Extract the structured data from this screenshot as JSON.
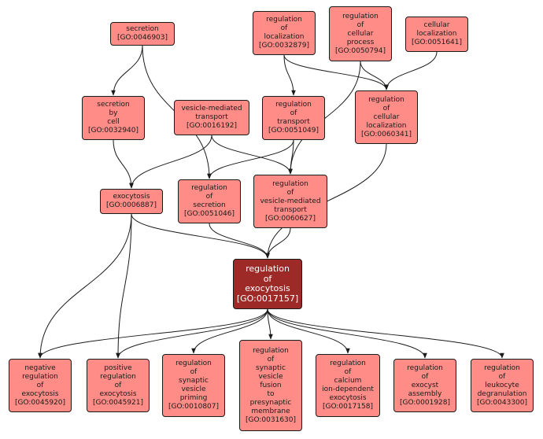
{
  "nodes": {
    "secretion": {
      "lines": [
        "secretion",
        "[GO:0046903]"
      ]
    },
    "regulation_of_localization": {
      "lines": [
        "regulation",
        "of",
        "localization",
        "[GO:0032879]"
      ]
    },
    "regulation_of_cellular_process": {
      "lines": [
        "regulation",
        "of",
        "cellular",
        "process",
        "[GO:0050794]"
      ]
    },
    "cellular_localization": {
      "lines": [
        "cellular",
        "localization",
        "[GO:0051641]"
      ]
    },
    "secretion_by_cell": {
      "lines": [
        "secretion",
        "by",
        "cell",
        "[GO:0032940]"
      ]
    },
    "vesicle_mediated_transport": {
      "lines": [
        "vesicle-mediated",
        "transport",
        "[GO:0016192]"
      ]
    },
    "regulation_of_transport": {
      "lines": [
        "regulation",
        "of",
        "transport",
        "[GO:0051049]"
      ]
    },
    "regulation_of_cellular_localization": {
      "lines": [
        "regulation",
        "of",
        "cellular",
        "localization",
        "[GO:0060341]"
      ]
    },
    "exocytosis": {
      "lines": [
        "exocytosis",
        "[GO:0006887]"
      ]
    },
    "regulation_of_secretion": {
      "lines": [
        "regulation",
        "of",
        "secretion",
        "[GO:0051046]"
      ]
    },
    "regulation_of_vesicle_mediated_transport": {
      "lines": [
        "regulation",
        "of",
        "vesicle-mediated",
        "transport",
        "[GO:0060627]"
      ]
    },
    "regulation_of_exocytosis": {
      "lines": [
        "regulation",
        "of",
        "exocytosis",
        "[GO:0017157]"
      ]
    },
    "negative_regulation_of_exocytosis": {
      "lines": [
        "negative",
        "regulation",
        "of",
        "exocytosis",
        "[GO:0045920]"
      ]
    },
    "positive_regulation_of_exocytosis": {
      "lines": [
        "positive",
        "regulation",
        "of",
        "exocytosis",
        "[GO:0045921]"
      ]
    },
    "regulation_of_synaptic_vesicle_priming": {
      "lines": [
        "regulation",
        "of",
        "synaptic",
        "vesicle",
        "priming",
        "[GO:0010807]"
      ]
    },
    "regulation_of_synaptic_vesicle_fusion": {
      "lines": [
        "regulation",
        "of",
        "synaptic",
        "vesicle",
        "fusion",
        "to",
        "presynaptic",
        "membrane",
        "[GO:0031630]"
      ]
    },
    "regulation_of_calcium_ion_dependent_exocytosis": {
      "lines": [
        "regulation",
        "of",
        "calcium",
        "ion-dependent",
        "exocytosis",
        "[GO:0017158]"
      ]
    },
    "regulation_of_exocyst_assembly": {
      "lines": [
        "regulation",
        "of",
        "exocyst",
        "assembly",
        "[GO:0001928]"
      ]
    },
    "regulation_of_leukocyte_degranulation": {
      "lines": [
        "regulation",
        "of",
        "leukocyte",
        "degranulation",
        "[GO:0043300]"
      ]
    }
  },
  "edges": [
    [
      "secretion",
      "secretion_by_cell"
    ],
    [
      "secretion",
      "regulation_of_secretion"
    ],
    [
      "regulation_of_localization",
      "regulation_of_transport"
    ],
    [
      "regulation_of_localization",
      "regulation_of_cellular_localization"
    ],
    [
      "regulation_of_cellular_process",
      "regulation_of_cellular_localization"
    ],
    [
      "regulation_of_cellular_process",
      "regulation_of_vesicle_mediated_transport"
    ],
    [
      "cellular_localization",
      "regulation_of_cellular_localization"
    ],
    [
      "secretion_by_cell",
      "exocytosis"
    ],
    [
      "vesicle_mediated_transport",
      "exocytosis"
    ],
    [
      "vesicle_mediated_transport",
      "regulation_of_vesicle_mediated_transport"
    ],
    [
      "regulation_of_transport",
      "regulation_of_secretion"
    ],
    [
      "regulation_of_transport",
      "regulation_of_vesicle_mediated_transport"
    ],
    [
      "regulation_of_cellular_localization",
      "regulation_of_exocytosis"
    ],
    [
      "exocytosis",
      "regulation_of_exocytosis"
    ],
    [
      "exocytosis",
      "negative_regulation_of_exocytosis"
    ],
    [
      "exocytosis",
      "positive_regulation_of_exocytosis"
    ],
    [
      "regulation_of_secretion",
      "regulation_of_exocytosis"
    ],
    [
      "regulation_of_vesicle_mediated_transport",
      "regulation_of_exocytosis"
    ],
    [
      "regulation_of_exocytosis",
      "negative_regulation_of_exocytosis"
    ],
    [
      "regulation_of_exocytosis",
      "positive_regulation_of_exocytosis"
    ],
    [
      "regulation_of_exocytosis",
      "regulation_of_synaptic_vesicle_priming"
    ],
    [
      "regulation_of_exocytosis",
      "regulation_of_synaptic_vesicle_fusion"
    ],
    [
      "regulation_of_exocytosis",
      "regulation_of_calcium_ion_dependent_exocytosis"
    ],
    [
      "regulation_of_exocytosis",
      "regulation_of_exocyst_assembly"
    ],
    [
      "regulation_of_exocytosis",
      "regulation_of_leukocyte_degranulation"
    ]
  ],
  "colors": {
    "node_fill": "#ff8c87",
    "focus_fill": "#9e2a27",
    "edge": "#1a1a1a"
  }
}
